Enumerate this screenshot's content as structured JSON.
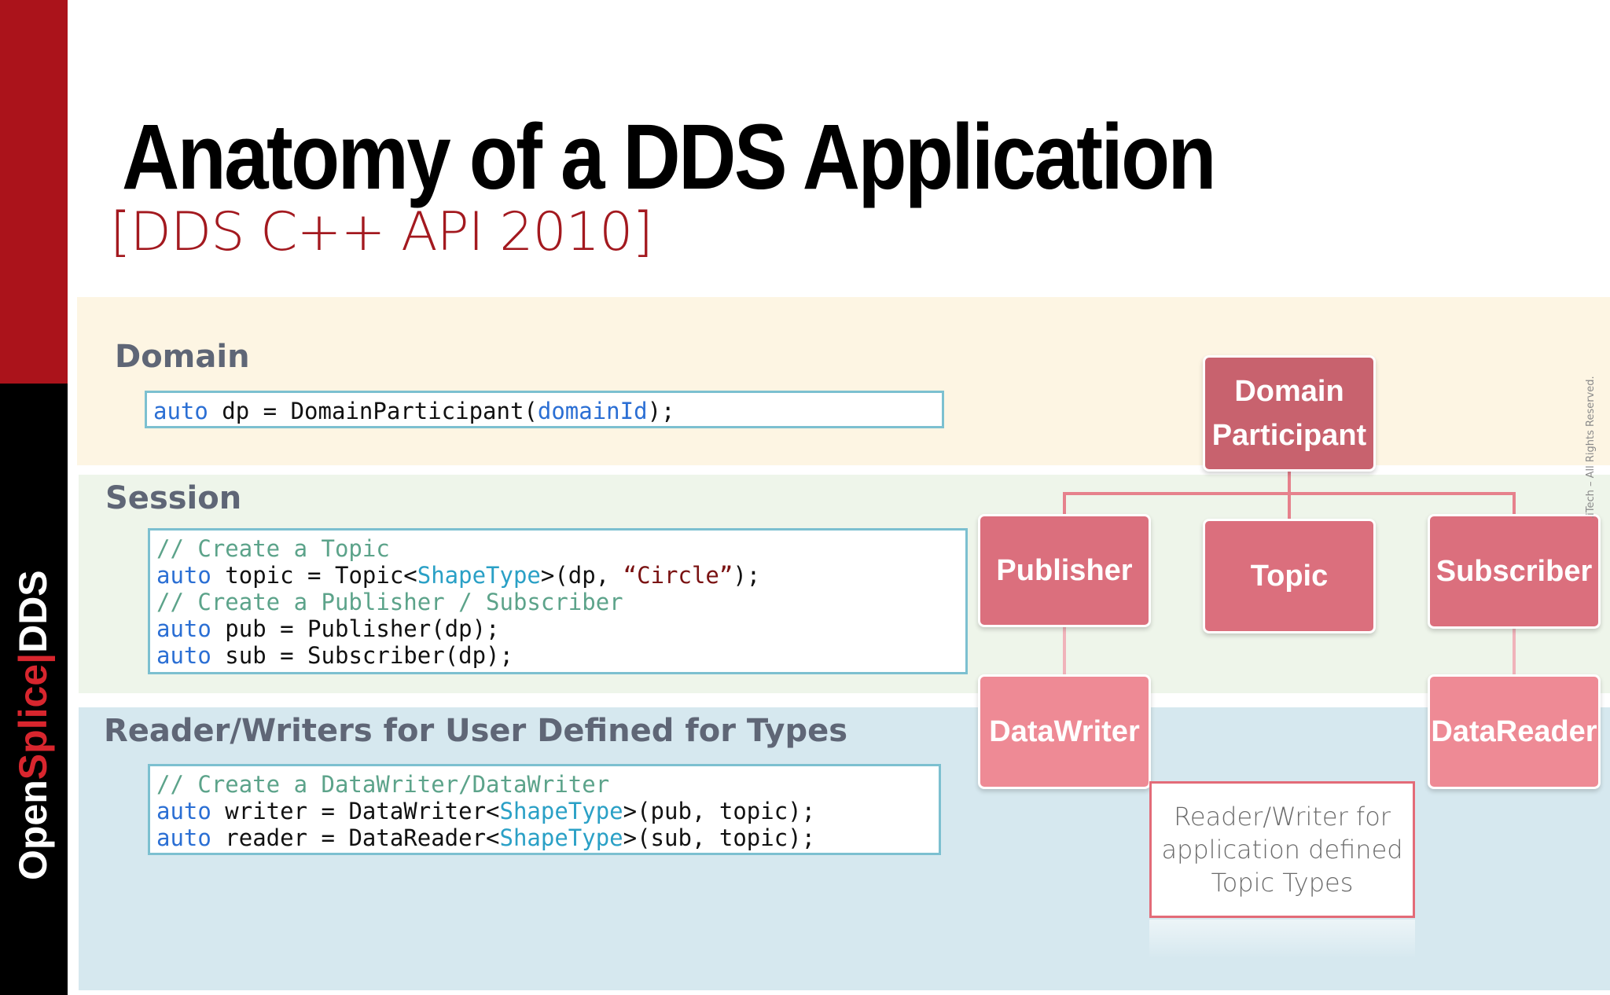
{
  "brand": {
    "open": "Open",
    "splice": "Splice",
    "sep": "|",
    "dds": "DDS"
  },
  "title": "Anatomy of a DDS Application",
  "subtitle": "[DDS C++ API 2010]",
  "sections": {
    "domain": {
      "label": "Domain"
    },
    "session": {
      "label": "Session"
    },
    "rw": {
      "label": "Reader/Writers for User Defined for Types"
    }
  },
  "code": {
    "domain": {
      "l1_kw": "auto",
      "l1_a": " dp = DomainParticipant(",
      "l1_ty": "domainId",
      "l1_b": ");"
    },
    "session": {
      "l1_cm": "// Create a Topic",
      "l2_kw": "auto",
      "l2_a": " topic = Topic<",
      "l2_ty": "ShapeType",
      "l2_b": ">(dp, ",
      "l2_st": "“Circle”",
      "l2_c": ");",
      "l3_cm": "// Create a Publisher / Subscriber",
      "l4_kw": "auto",
      "l4_a": " pub = Publisher(dp);",
      "l5_kw": "auto",
      "l5_a": " sub = Subscriber(dp);"
    },
    "rw": {
      "l1_cm": "// Create a DataWriter/DataWriter",
      "l2_kw": "auto",
      "l2_a": " writer = DataWriter<",
      "l2_ty": "ShapeType",
      "l2_b": ">(pub, topic);",
      "l3_kw": "auto",
      "l3_a": " reader = DataReader<",
      "l3_ty": "ShapeType",
      "l3_b": ">(sub, topic);"
    }
  },
  "diagram": {
    "domain_participant": {
      "line1": "Domain",
      "line2": "Participant"
    },
    "publisher": "Publisher",
    "topic": "Topic",
    "subscriber": "Subscriber",
    "datawriter": "DataWriter",
    "datareader": "DataReader",
    "note": "Reader/Writer for application defined Topic Types"
  },
  "copyright": ".iTech – All Rights Reserved.",
  "colors": {
    "brand_red": "#ab131b",
    "node_dark": "#c8626e",
    "node_mid": "#db6f7d",
    "node_light": "#ee8a95",
    "keyword": "#2b6fd4",
    "type": "#2aa0c6",
    "comment": "#5ca38a"
  }
}
